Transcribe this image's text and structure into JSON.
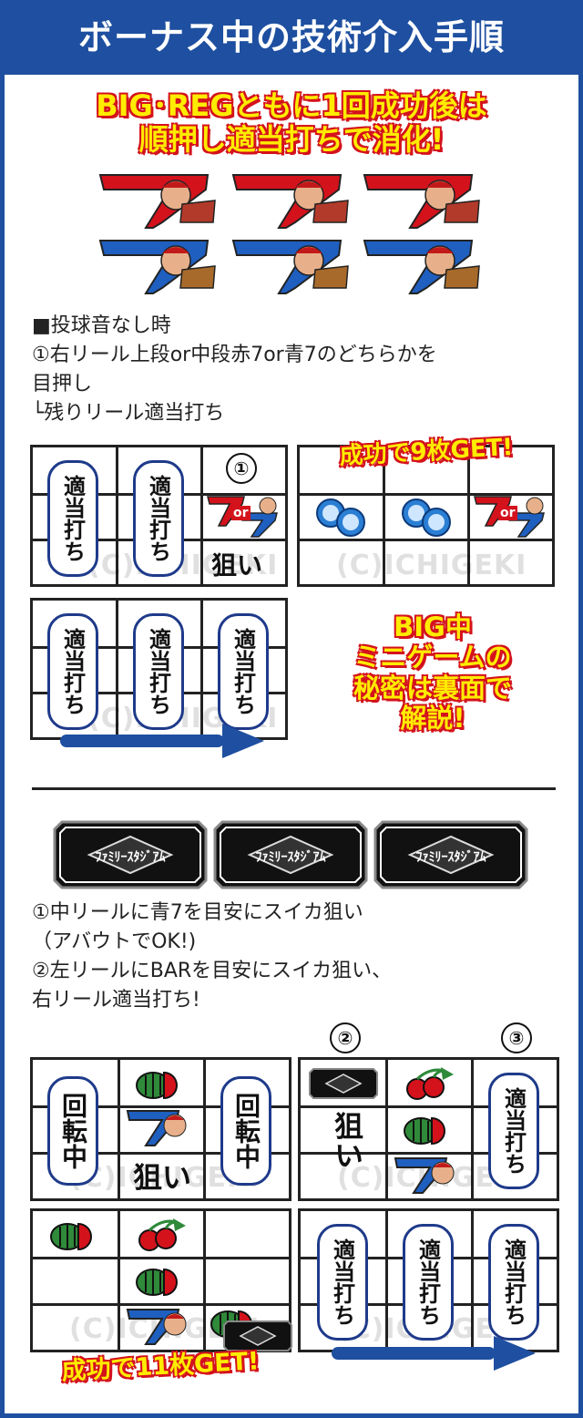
{
  "header": {
    "title": "ボーナス中の技術介入手順"
  },
  "callouts": {
    "intro_line1": "BIG･REGともに1回成功後は",
    "intro_line2": "順押し適当打ちで消化!",
    "success_9": "成功で9枚GET!",
    "big_l1": "BIG中",
    "big_l2": "ミニゲームの",
    "big_l3": "秘密は裏面で",
    "big_l4": "解説!",
    "success_11": "成功で11枚GET!"
  },
  "section1": {
    "title": "■投球音なし時",
    "step1_line1": "①右リール上段or中段赤7or青7のどちらかを",
    "step1_line2": "目押し",
    "step1_line3": "└残りリール適当打ち"
  },
  "section2": {
    "step1_line1": "①中リールに青7を目安にスイカ狙い",
    "step1_line2": "（アバウトでOK!)",
    "step2_line1": "②左リールにBARを目安にスイカ狙い、",
    "step2_line2": "右リール適当打ち!"
  },
  "labels": {
    "tekitou": "適当打ち",
    "nerai": "狙い",
    "kaiten": "回転中",
    "or": "or",
    "circle1": "①",
    "circle2": "②",
    "circle3": "③",
    "watermark": "(C)ICHIGEKI",
    "bar_symbol": "ﾌｧﾐﾘｰｽﾀｼﾞｱﾑ"
  },
  "colors": {
    "brand_blue": "#1e4fa0",
    "callout_red": "#d4121c",
    "callout_yellow": "#ffec00",
    "pill_border": "#1e3a8a",
    "seven_red": "#d4121c",
    "seven_blue": "#1f5fbf",
    "watermelon": "#2f8a3a",
    "cherry": "#d4121c"
  },
  "icons": [
    "red-seven-icon",
    "blue-seven-icon",
    "bar-icon",
    "replay-icon",
    "watermelon-icon",
    "cherry-icon",
    "arrow-right-icon"
  ]
}
